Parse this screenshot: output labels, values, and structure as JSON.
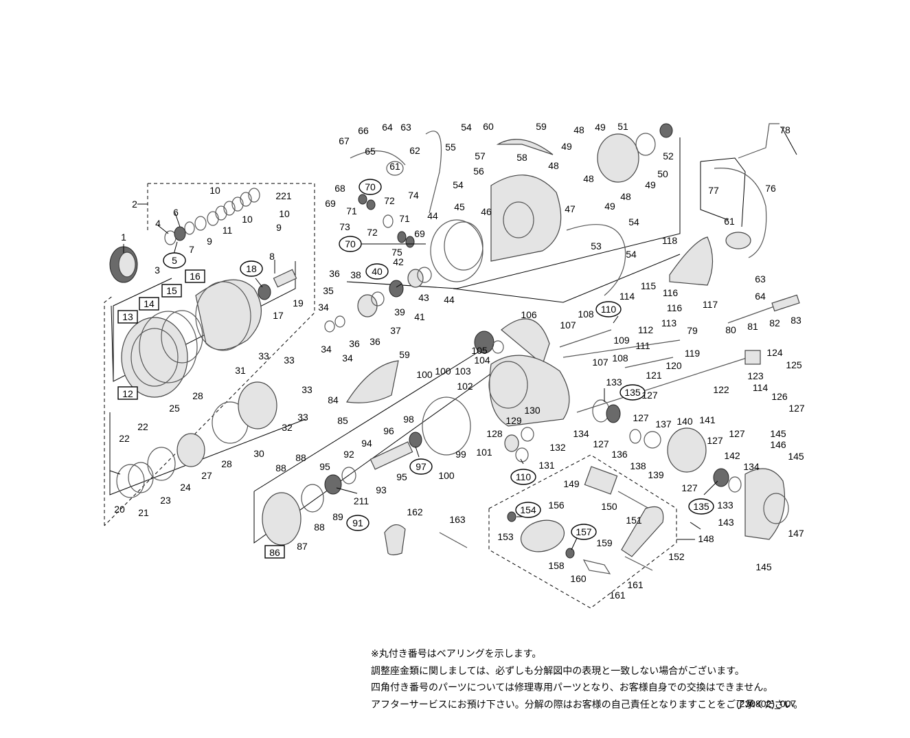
{
  "notes": [
    "※丸付き番号はベアリングを示します。",
    "調整座金類に関しましては、必ずしも分解図中の表現と一致しない場合がございます。",
    "四角付き番号のパーツについては修理専用パーツとなり、お客様自身での交換はできません。",
    "アフターサービスにお預け下さい。分解の際はお客様の自己責任となりますことをご了承ください。"
  ],
  "diagram_code": "(230802)_007",
  "callouts": [
    {
      "label": "1"
    },
    {
      "label": "2"
    },
    {
      "label": "3"
    },
    {
      "label": "4"
    },
    {
      "label": "5",
      "shape": "oval"
    },
    {
      "label": "6"
    },
    {
      "label": "7"
    },
    {
      "label": "8"
    },
    {
      "label": "9"
    },
    {
      "label": "9"
    },
    {
      "label": "10"
    },
    {
      "label": "10"
    },
    {
      "label": "10"
    },
    {
      "label": "11"
    },
    {
      "label": "12",
      "shape": "square"
    },
    {
      "label": "13",
      "shape": "square"
    },
    {
      "label": "14",
      "shape": "square"
    },
    {
      "label": "15",
      "shape": "square"
    },
    {
      "label": "16",
      "shape": "square"
    },
    {
      "label": "17"
    },
    {
      "label": "18",
      "shape": "oval"
    },
    {
      "label": "19"
    },
    {
      "label": "20"
    },
    {
      "label": "21"
    },
    {
      "label": "22"
    },
    {
      "label": "22"
    },
    {
      "label": "23"
    },
    {
      "label": "24"
    },
    {
      "label": "25"
    },
    {
      "label": "27"
    },
    {
      "label": "28"
    },
    {
      "label": "28"
    },
    {
      "label": "30"
    },
    {
      "label": "31"
    },
    {
      "label": "32"
    },
    {
      "label": "33"
    },
    {
      "label": "33"
    },
    {
      "label": "33"
    },
    {
      "label": "33"
    },
    {
      "label": "34"
    },
    {
      "label": "34"
    },
    {
      "label": "34"
    },
    {
      "label": "35"
    },
    {
      "label": "36"
    },
    {
      "label": "36"
    },
    {
      "label": "36"
    },
    {
      "label": "37"
    },
    {
      "label": "38"
    },
    {
      "label": "39"
    },
    {
      "label": "40",
      "shape": "oval"
    },
    {
      "label": "41"
    },
    {
      "label": "42"
    },
    {
      "label": "43"
    },
    {
      "label": "44"
    },
    {
      "label": "44"
    },
    {
      "label": "45"
    },
    {
      "label": "46"
    },
    {
      "label": "47"
    },
    {
      "label": "48"
    },
    {
      "label": "48"
    },
    {
      "label": "48"
    },
    {
      "label": "48"
    },
    {
      "label": "49"
    },
    {
      "label": "49"
    },
    {
      "label": "49"
    },
    {
      "label": "49"
    },
    {
      "label": "50"
    },
    {
      "label": "51"
    },
    {
      "label": "52"
    },
    {
      "label": "53"
    },
    {
      "label": "54"
    },
    {
      "label": "54"
    },
    {
      "label": "54"
    },
    {
      "label": "54"
    },
    {
      "label": "55"
    },
    {
      "label": "56"
    },
    {
      "label": "57"
    },
    {
      "label": "58"
    },
    {
      "label": "59"
    },
    {
      "label": "59"
    },
    {
      "label": "60"
    },
    {
      "label": "61"
    },
    {
      "label": "61"
    },
    {
      "label": "62"
    },
    {
      "label": "63"
    },
    {
      "label": "63"
    },
    {
      "label": "64"
    },
    {
      "label": "64"
    },
    {
      "label": "65"
    },
    {
      "label": "66"
    },
    {
      "label": "67"
    },
    {
      "label": "68"
    },
    {
      "label": "69"
    },
    {
      "label": "69"
    },
    {
      "label": "70",
      "shape": "oval"
    },
    {
      "label": "70",
      "shape": "oval"
    },
    {
      "label": "71"
    },
    {
      "label": "71"
    },
    {
      "label": "72"
    },
    {
      "label": "72"
    },
    {
      "label": "73"
    },
    {
      "label": "74"
    },
    {
      "label": "75"
    },
    {
      "label": "76"
    },
    {
      "label": "77"
    },
    {
      "label": "78"
    },
    {
      "label": "79"
    },
    {
      "label": "80"
    },
    {
      "label": "81"
    },
    {
      "label": "82"
    },
    {
      "label": "83"
    },
    {
      "label": "84"
    },
    {
      "label": "85"
    },
    {
      "label": "86",
      "shape": "square"
    },
    {
      "label": "87"
    },
    {
      "label": "88"
    },
    {
      "label": "88"
    },
    {
      "label": "88"
    },
    {
      "label": "89"
    },
    {
      "label": "91",
      "shape": "oval"
    },
    {
      "label": "92"
    },
    {
      "label": "93"
    },
    {
      "label": "94"
    },
    {
      "label": "95"
    },
    {
      "label": "95"
    },
    {
      "label": "96"
    },
    {
      "label": "97",
      "shape": "oval"
    },
    {
      "label": "98"
    },
    {
      "label": "99"
    },
    {
      "label": "100"
    },
    {
      "label": "100"
    },
    {
      "label": "100"
    },
    {
      "label": "101"
    },
    {
      "label": "102"
    },
    {
      "label": "103"
    },
    {
      "label": "104"
    },
    {
      "label": "105"
    },
    {
      "label": "106"
    },
    {
      "label": "107"
    },
    {
      "label": "107"
    },
    {
      "label": "108"
    },
    {
      "label": "108"
    },
    {
      "label": "109"
    },
    {
      "label": "110",
      "shape": "oval"
    },
    {
      "label": "110",
      "shape": "oval"
    },
    {
      "label": "111"
    },
    {
      "label": "112"
    },
    {
      "label": "113"
    },
    {
      "label": "114"
    },
    {
      "label": "114"
    },
    {
      "label": "115"
    },
    {
      "label": "116"
    },
    {
      "label": "116"
    },
    {
      "label": "117"
    },
    {
      "label": "118"
    },
    {
      "label": "119"
    },
    {
      "label": "120"
    },
    {
      "label": "121"
    },
    {
      "label": "122"
    },
    {
      "label": "123"
    },
    {
      "label": "124"
    },
    {
      "label": "125"
    },
    {
      "label": "126"
    },
    {
      "label": "127"
    },
    {
      "label": "127"
    },
    {
      "label": "127"
    },
    {
      "label": "127"
    },
    {
      "label": "127"
    },
    {
      "label": "127"
    },
    {
      "label": "127"
    },
    {
      "label": "128"
    },
    {
      "label": "129"
    },
    {
      "label": "130"
    },
    {
      "label": "131"
    },
    {
      "label": "132"
    },
    {
      "label": "133"
    },
    {
      "label": "133"
    },
    {
      "label": "134"
    },
    {
      "label": "134"
    },
    {
      "label": "135",
      "shape": "oval"
    },
    {
      "label": "135",
      "shape": "oval"
    },
    {
      "label": "136"
    },
    {
      "label": "137"
    },
    {
      "label": "138"
    },
    {
      "label": "139"
    },
    {
      "label": "140"
    },
    {
      "label": "141"
    },
    {
      "label": "142"
    },
    {
      "label": "143"
    },
    {
      "label": "145"
    },
    {
      "label": "145"
    },
    {
      "label": "145"
    },
    {
      "label": "146"
    },
    {
      "label": "147"
    },
    {
      "label": "148"
    },
    {
      "label": "149"
    },
    {
      "label": "150"
    },
    {
      "label": "151"
    },
    {
      "label": "152"
    },
    {
      "label": "153"
    },
    {
      "label": "154",
      "shape": "oval"
    },
    {
      "label": "156"
    },
    {
      "label": "157",
      "shape": "oval"
    },
    {
      "label": "158"
    },
    {
      "label": "159"
    },
    {
      "label": "160"
    },
    {
      "label": "161"
    },
    {
      "label": "161"
    },
    {
      "label": "162"
    },
    {
      "label": "163"
    },
    {
      "label": "211"
    },
    {
      "label": "221"
    }
  ]
}
